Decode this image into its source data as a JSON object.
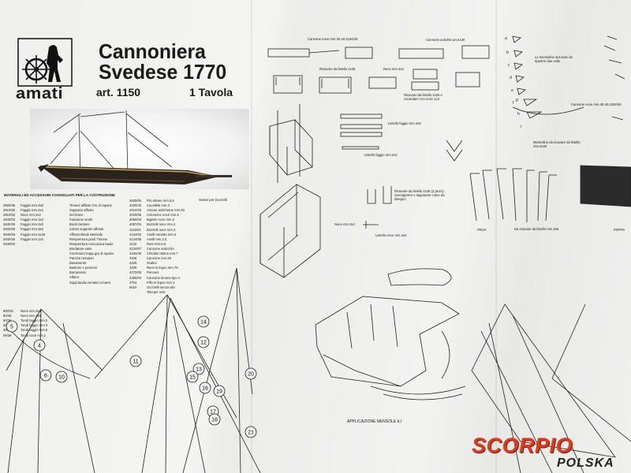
{
  "brand": "amati",
  "title_line1": "Cannoniera",
  "title_line2": "Svedese 1770",
  "article": "art. 1150",
  "sheet": "1 Tavola",
  "materials_header": "MATERIALI ED ACCESSORI CONSIGLIATI PER LA COSTRUZIONE",
  "materials_note": "Genei per bozzelli",
  "materials_codes_left": [
    "2800/36",
    "2810/30",
    "2810/02",
    "2840/03",
    "2840/26",
    "2840/26",
    "2840/26",
    "2840/26",
    "2840/02",
    "",
    "",
    "",
    "",
    "",
    "",
    "",
    "",
    "",
    "",
    "",
    "",
    "",
    "800/30",
    "80/36",
    "80/36",
    "30/36",
    "30/36",
    "08/36"
  ],
  "materials_items_left": [
    "Faggio mm.4x8",
    "Faggio mm.2x2",
    "Noce mm.2x2",
    "Faggio mm.1x3",
    "Faggio mm.2x5",
    "Faggio mm.2x6",
    "Faggio mm.2x25",
    "Faggio mm.1x3",
    "",
    "",
    "",
    "",
    "",
    "",
    "",
    "",
    "",
    "",
    "",
    "",
    "",
    "",
    "Noce mm.2x4",
    "Noce mm.2x6",
    "Tondi faggio mm.2",
    "Tondi faggio mm.3",
    "Tondi faggio mm.6",
    "Tondi noce mm.2"
  ],
  "materials_items_mid": [
    "Timone affilato Gru di rapone",
    "Supporto affusto",
    "Iscrizione",
    "Fasciame scafo",
    "Bordi zatoloni",
    "Listoni supporto affusto",
    "Affusto-Baule Mensole",
    "Rinsperrtura ponti Timone",
    "Rinsperrtura meccanica baule",
    "Bordature varie",
    "Corrimano-Supp.gru di rapone",
    "Panche rematori",
    "Basamento",
    "Bastone e pennoni",
    "Bompresso",
    "Albero",
    "Supp.landa rematori a barra"
  ],
  "materials_codes_right": [
    "2820/05",
    "4000/33",
    "4010/20",
    "4020/06",
    "4050/03",
    "4087/03",
    "4115/01",
    "4124/02",
    "4124/05",
    "4132",
    "4134/07",
    "4184/45",
    "4206",
    "4326",
    "4328",
    "4270/05",
    "4280/04",
    "4704",
    "5619"
  ],
  "materials_items_right": [
    "Filo ottone mm.0,5",
    "Cavalletti mm.3",
    "Anoure anticheme mm.20",
    "Colonnine noce mm.6",
    "Bigotte noce mm.3",
    "Bozzelli noce mm.2",
    "Bozzelli noce mm.3",
    "Anelli rametto mm.3",
    "Anelli mm.2,5",
    "Rete mm.0,5",
    "Cannone anticchio",
    "Chiodini ottone mm.7",
    "Cannone mm.45",
    "Scalmi",
    "Remi in legno mm.70",
    "Pennoni",
    "Cannone timone tipo A",
    "Pillo in legno mm.4",
    "Occhielli senza vite",
    "Tela per vele"
  ],
  "labels": {
    "cannone_top": "Cannone noce mm.45 art.4184/45",
    "cannone_top2": "Cannone antichte art.4130",
    "ricavare1": "Ricavare da listello 2x25",
    "noce": "Noce mm.4x4",
    "ricavare2": "Ricavare da listello 2x25 e rocondare con noce 1x3",
    "listello_faggio1": "Listello faggio mm.3x5",
    "listello_faggio2": "Listello faggio mm.2x2",
    "ricavare3": "Ricavare da listello 2x25 (2 pezzi) Sovrapporre e sagomare come da disegno",
    "noce2": "Noce mm.2x4",
    "listello_noce": "Listello noce mm.4x4",
    "prua": "PRUA",
    "poppa": "POPPA",
    "ricavare4": "Da ricavare da listello mm.3x6",
    "mensolette": "Mensoline da ricavare da listello mm.2x25",
    "cannone_noce": "Cannone noce mm.45 art.4184/45",
    "mensolette_top": "Le mensoline ant.esse da ripetere due volte",
    "applicazione": "APPLICAZIONE MENSOLE  b,l",
    "letters": [
      "a",
      "b",
      "c",
      "d",
      "e",
      "f",
      "g",
      "h",
      "i"
    ]
  },
  "callouts": [
    "5",
    "4",
    "6",
    "10",
    "11",
    "12",
    "13",
    "14",
    "15",
    "16",
    "17",
    "18",
    "19",
    "20",
    "21"
  ],
  "watermark": {
    "line1": "SCORPIO",
    "line2": "POLSKA"
  }
}
